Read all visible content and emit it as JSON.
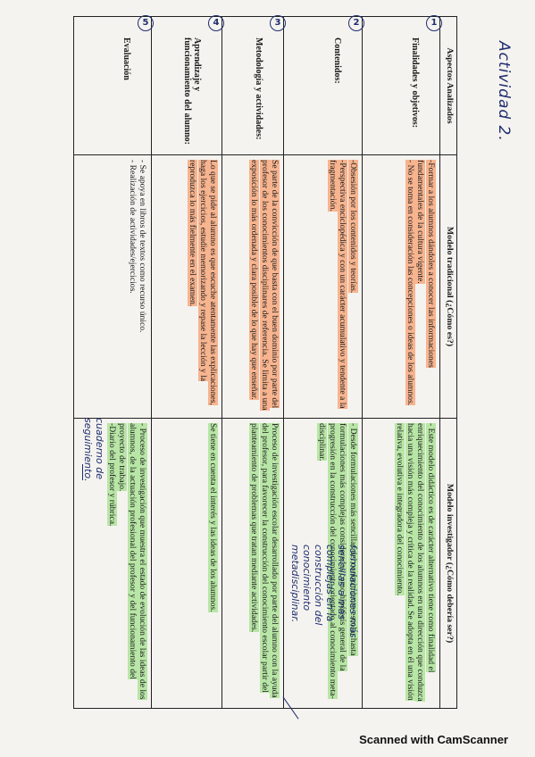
{
  "handwritten_title": "Actividad 2.",
  "table": {
    "headers": [
      "Aspectos Analizados",
      "Modelo tradicional (¿Cómo es?)",
      "Modelo investigador (¿Cómo debería ser?)"
    ],
    "rows": [
      {
        "number": "1",
        "aspect": "Finalidades y objetivos:",
        "traditional": "-Formar a los alumnos dándoles a conocer las informaciones fundamentales de la cultura vigente.\n- No se toma en consideración las concepciones o ideas de los alumnos.",
        "investigative": "- Este modelo didáctico es de carácter alternativo tiene como finalidad el enriquecimiento del conocimiento de los alumnos en una dirección que conduzca hacia una visión más compleja y crítica de la realidad. Se adopta en él una visión relativa, evolutiva e integradora del conocimiento."
      },
      {
        "number": "2",
        "aspect": "Contenidos:",
        "traditional": "-Obsesión por los contenidos y teorías.\n-Perspectiva enciclopédica y con un carácter acumulativo y tendente a la fragmentación.",
        "investigative": "- Desde formulaciones más sencillas del conocimiento escolar hasta formulaciones más complejas consideradas como hipótesis general de la progresión en la construcción del conocimiento orientado al conocimiento meta-disciplinar."
      },
      {
        "number": "3",
        "aspect": "Metodología y actividades:",
        "traditional": "Se parte de la convicción de que basta con el buen dominio por parte del profesor de los conocimientos disciplinares de referencia. Se limita a una exposición lo más ordenada y clara posible de lo que hay que enseñar.",
        "investigative": "Proceso de investigación escolar desarrollado por parte del alumno con la ayuda del profesor, para favorecer la construcción del conocimiento escolar partir del planteamiento de problemas que tratan mediante actividades."
      },
      {
        "number": "4",
        "aspect": "Aprendizaje y funcionamiento del alumno:",
        "traditional": "Lo que se pide al alumno es que escuche atentamente las explicaciones, haga los ejercicios, estudie memorizando y repase la lección y la reproduzca lo más fielmente en el examen.",
        "investigative": "Se tiene en cuenta el interés y las ideas de los alumnos."
      },
      {
        "number": "5",
        "aspect": "Evaluación",
        "traditional": "- Se apoya en libros de textos como recurso único.\n- Realización de actividades/ejercicios.",
        "investigative": "- Proceso de investigación que muestra el estado de evolución de las ideas de los alumnos, de la actuación profesional del profesor y del funcionamiento del proyecto de trabajo.\n-Diario del profesor y rúbrica."
      }
    ]
  },
  "notes": {
    "right": "formulaciones más\nsencillas a más\ncomplejas en la\nconstrucción del\nconocimiento\nmetadisciplinar.",
    "left": "cuaderno de\nseguimiento."
  },
  "footer": "Scanned with CamScanner"
}
